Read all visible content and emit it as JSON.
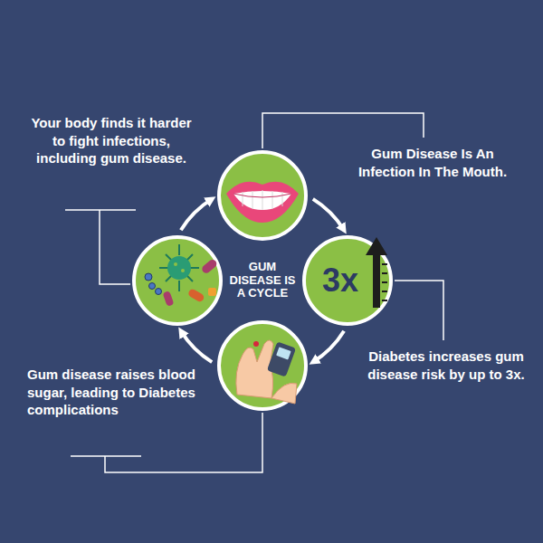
{
  "diagram": {
    "nodes": [
      {
        "text": [
          "Gum Disease Is An Infection In The Mouth."
        ]
      },
      {
        "text": [
          "Diabetes increases gum disease risk by up to 3x."
        ]
      },
      {
        "text": [
          "Gum disease raises blood sugar, leading to Diabetes complications"
        ]
      },
      {
        "text": [
          "Your body finds it harder to fight infections, including gum disease."
        ]
      }
    ],
    "edges": [
      {
        "from": 0,
        "to": 1,
        "arrow": "to"
      },
      {
        "from": 1,
        "to": 2,
        "arrow": "to"
      },
      {
        "from": 2,
        "to": 3,
        "arrow": "to"
      },
      {
        "from": 3,
        "to": 0,
        "arrow": "to"
      }
    ],
    "labels": [
      "GUM DISEASE IS A CYCLE",
      "3x"
    ]
  }
}
